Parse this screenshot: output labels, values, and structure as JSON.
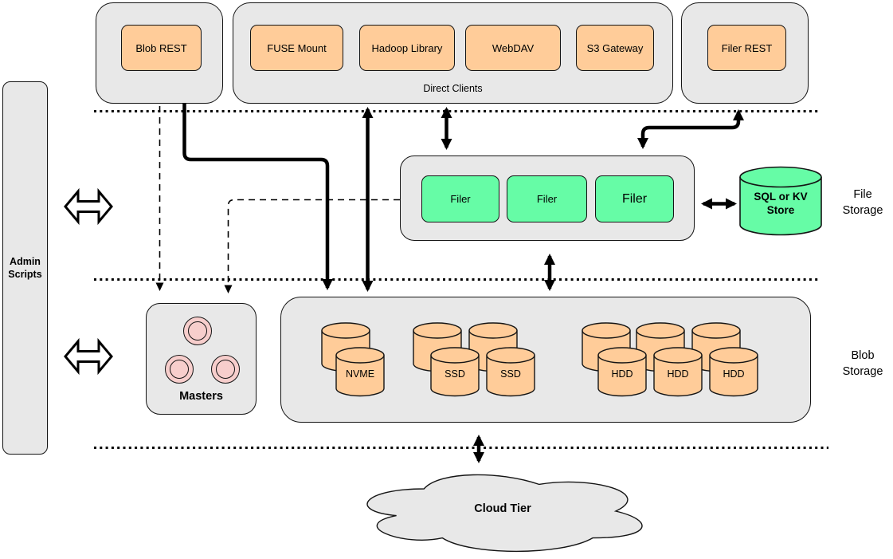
{
  "clients": {
    "blob_rest": {
      "label": "Blob REST"
    },
    "direct_clients": {
      "caption": "Direct Clients",
      "items": [
        {
          "label": "FUSE Mount"
        },
        {
          "label": "Hadoop Library"
        },
        {
          "label": "WebDAV"
        },
        {
          "label": "S3 Gateway"
        }
      ]
    },
    "filer_rest": {
      "label": "Filer REST"
    }
  },
  "file_storage": {
    "section_label": "File Storage",
    "filers": [
      {
        "label": "Filer"
      },
      {
        "label": "Filer"
      },
      {
        "label": "Filer"
      }
    ],
    "metadata_store": {
      "label": "SQL or KV Store"
    }
  },
  "blob_storage": {
    "section_label": "Blob Storage",
    "masters": {
      "label": "Masters",
      "node_count": 3
    },
    "volume_groups": [
      {
        "label": "NVME",
        "cylinders": 2
      },
      {
        "label": "SSD",
        "cylinders": 4
      },
      {
        "label": "HDD",
        "cylinders": 6
      }
    ]
  },
  "admin": {
    "label": "Admin Scripts"
  },
  "cloud": {
    "label": "Cloud Tier"
  },
  "colors": {
    "client_fill": "#FFCC99",
    "filer_fill": "#66FCA6",
    "master_node_fill": "#F7CECC",
    "container_fill": "#E8E8E8",
    "line_color": "#000000"
  }
}
